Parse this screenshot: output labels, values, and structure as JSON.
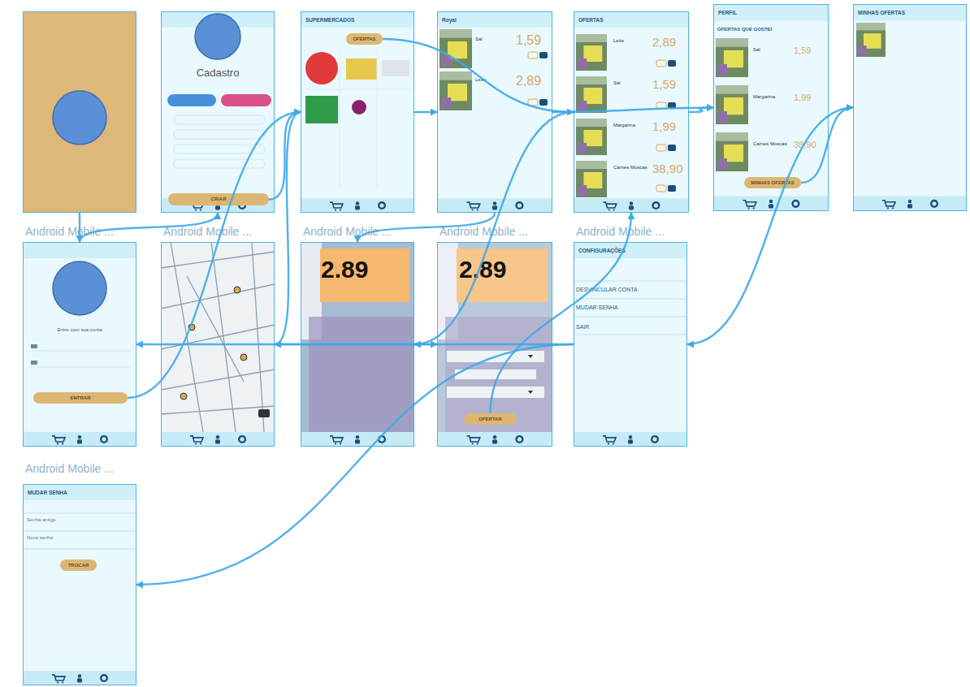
{
  "diagram": {
    "nodes": [
      {
        "text": [
          "Android Mobile ..."
        ]
      },
      {
        "text": [
          "Cadastro",
          "Android Mobile ..."
        ]
      },
      {
        "text": [
          "CRIAR"
        ],
        "in": 1
      },
      {
        "text": [
          "SUPERMERCADOS",
          "Android Mobile ..."
        ]
      },
      {
        "text": [
          "OFERTAS"
        ],
        "in": 3
      },
      {
        "text": [
          "Royal",
          "Sal",
          "1,59",
          "Leite",
          "2,89",
          "Android Mobile ..."
        ]
      },
      {
        "text": [
          "OFERTAS",
          "Leite",
          "2,89",
          "Sal",
          "1,59",
          "Margarina",
          "1,99",
          "Carnes Moscas",
          "38,90",
          "Android Mobile ..."
        ]
      },
      {
        "text": [
          "PERFIL",
          "OFERTAS QUE GOSTEI",
          "Sal",
          "1,59",
          "Margarina",
          "1,99",
          "Carnes Moscas",
          "38,90"
        ]
      },
      {
        "text": [
          "MINHAS OFERTAS"
        ],
        "in": 7
      },
      {
        "text": [
          "MINHAS OFERTAS"
        ]
      },
      {
        "text": [
          "Entre com sua conta",
          "Android Mobile ..."
        ]
      },
      {
        "text": [
          "ENTRAR"
        ],
        "in": 10
      },
      {
        "text": []
      },
      {
        "text": [
          "2.89"
        ]
      },
      {
        "text": [
          "2.89"
        ]
      },
      {
        "text": [
          "OFERTAR"
        ],
        "in": 14
      },
      {
        "text": [
          "CONFIGURAÇÕES",
          "DESVINCULAR CONTA",
          "MUDAR SENHA",
          "SAIR"
        ]
      },
      {
        "text": [
          "MUDAR SENHA",
          "Senha antiga",
          "Nova senha"
        ]
      },
      {
        "text": [
          "TROCAR"
        ],
        "in": 17
      }
    ],
    "edges": [
      {
        "from": 0,
        "to": 10,
        "arrow": "to"
      },
      {
        "from": 10,
        "to": 1,
        "arrow": "to"
      },
      {
        "from": 11,
        "to": 3,
        "arrow": "to"
      },
      {
        "from": 2,
        "to": 3,
        "arrow": "to"
      },
      {
        "from": 4,
        "to": 6,
        "arrow": "to"
      },
      {
        "from": 3,
        "to": 5,
        "arrow": "to"
      },
      {
        "from": 5,
        "to": 13,
        "arrow": "to"
      },
      {
        "from": 6,
        "to": 13,
        "arrow": "to"
      },
      {
        "from": 6,
        "to": 7,
        "arrow": "to"
      },
      {
        "from": 8,
        "to": 9,
        "arrow": "to"
      },
      {
        "from": 12,
        "to": 14,
        "arrow": "to"
      },
      {
        "from": 15,
        "to": 6,
        "arrow": "to"
      },
      {
        "from": 16,
        "to": 17,
        "arrow": "to"
      },
      {
        "from": 16,
        "to": 10,
        "arrow": "to"
      },
      {
        "from": 3,
        "to": 12,
        "arrow": "to"
      },
      {
        "from": 9,
        "to": 16,
        "arrow": "to"
      },
      {
        "from": 5,
        "to": 7,
        "arrow": "to"
      }
    ]
  }
}
